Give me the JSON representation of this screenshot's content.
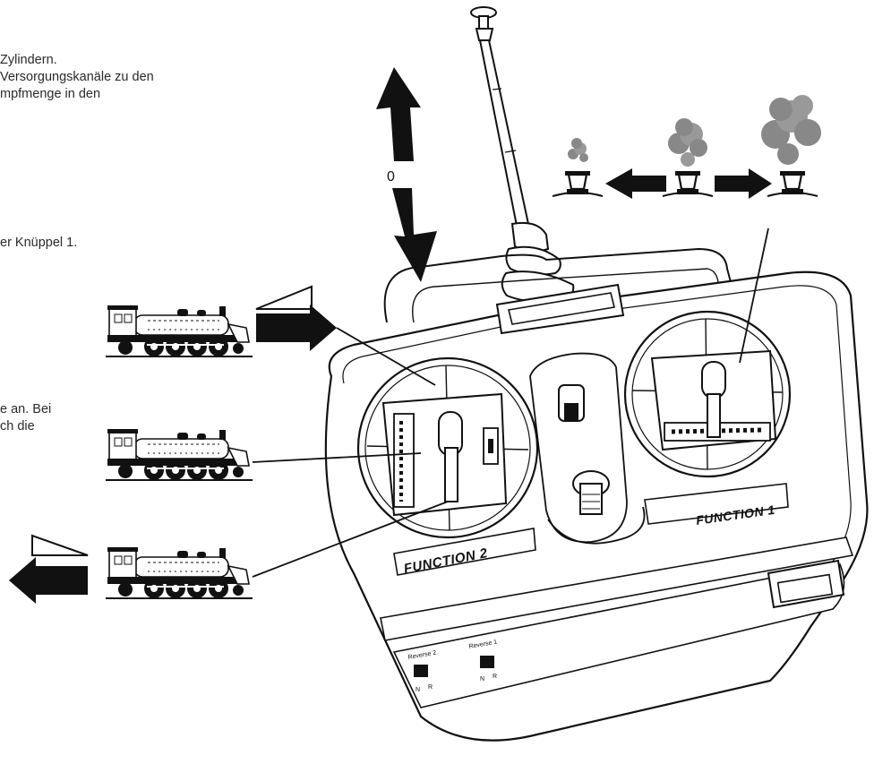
{
  "text_blocks": [
    {
      "lines": [
        "Zylindern.",
        "Versorgungskanäle zu den",
        "mpfmenge in den"
      ]
    },
    {
      "lines": [
        "er Knüppel 1."
      ]
    },
    {
      "lines": [
        "e an. Bei",
        "ch die"
      ]
    }
  ],
  "diagram": {
    "label_zero": "0",
    "label_function_1": "FUNCTION 1",
    "label_function_2": "FUNCTION 2",
    "label_reverse_2": "Reverse 2",
    "label_reverse_1": "Reverse 1",
    "switch_n": "N",
    "switch_r": "R"
  },
  "colors": {
    "ink": "#111111",
    "smoke": "#888888",
    "paper": "#ffffff"
  }
}
